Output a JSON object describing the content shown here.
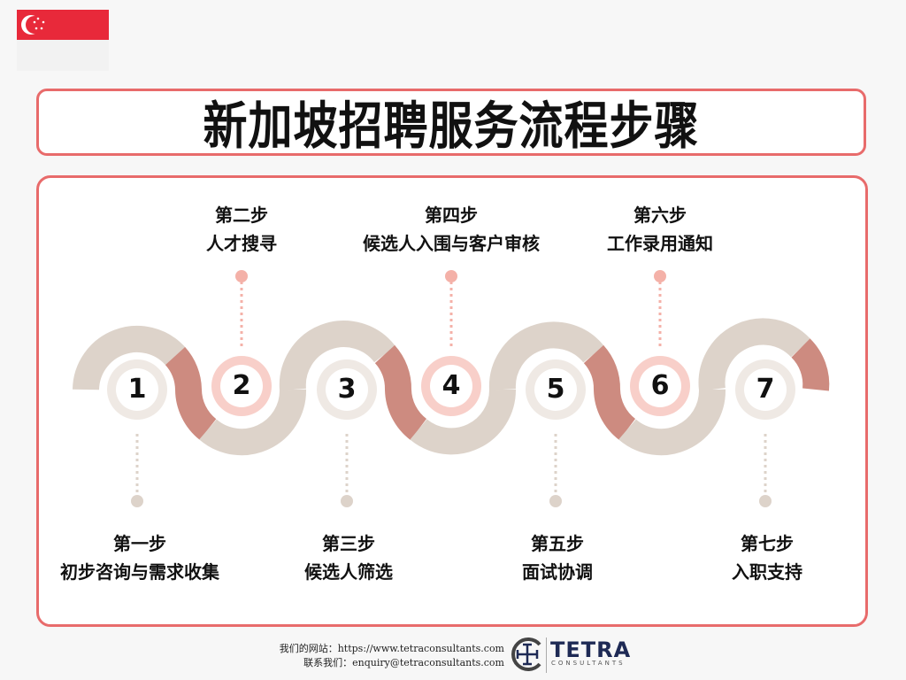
{
  "title": "新加坡招聘服务流程步骤",
  "colors": {
    "border": "#e86b6b",
    "wave_beige": "#ddd3ca",
    "wave_rose": "#cd8b80",
    "pink_ring": "#f4b1a8",
    "flag_red": "#e8293a"
  },
  "steps": [
    {
      "num": "1",
      "step": "第一步",
      "desc": "初步咨询与需求收集",
      "position": "bottom"
    },
    {
      "num": "2",
      "step": "第二步",
      "desc": "人才搜寻",
      "position": "top"
    },
    {
      "num": "3",
      "step": "第三步",
      "desc": "候选人筛选",
      "position": "bottom"
    },
    {
      "num": "4",
      "step": "第四步",
      "desc": "候选人入围与客户审核",
      "position": "top"
    },
    {
      "num": "5",
      "step": "第五步",
      "desc": "面试协调",
      "position": "bottom"
    },
    {
      "num": "6",
      "step": "第六步",
      "desc": "工作录用通知",
      "position": "top"
    },
    {
      "num": "7",
      "step": "第七步",
      "desc": "入职支持",
      "position": "bottom"
    }
  ],
  "footer": {
    "website": "我们的网站：https://www.tetraconsultants.com",
    "contact": "联系我们：enquiry@tetraconsultants.com",
    "logo_name": "TETRA",
    "logo_sub": "CONSULTANTS"
  }
}
